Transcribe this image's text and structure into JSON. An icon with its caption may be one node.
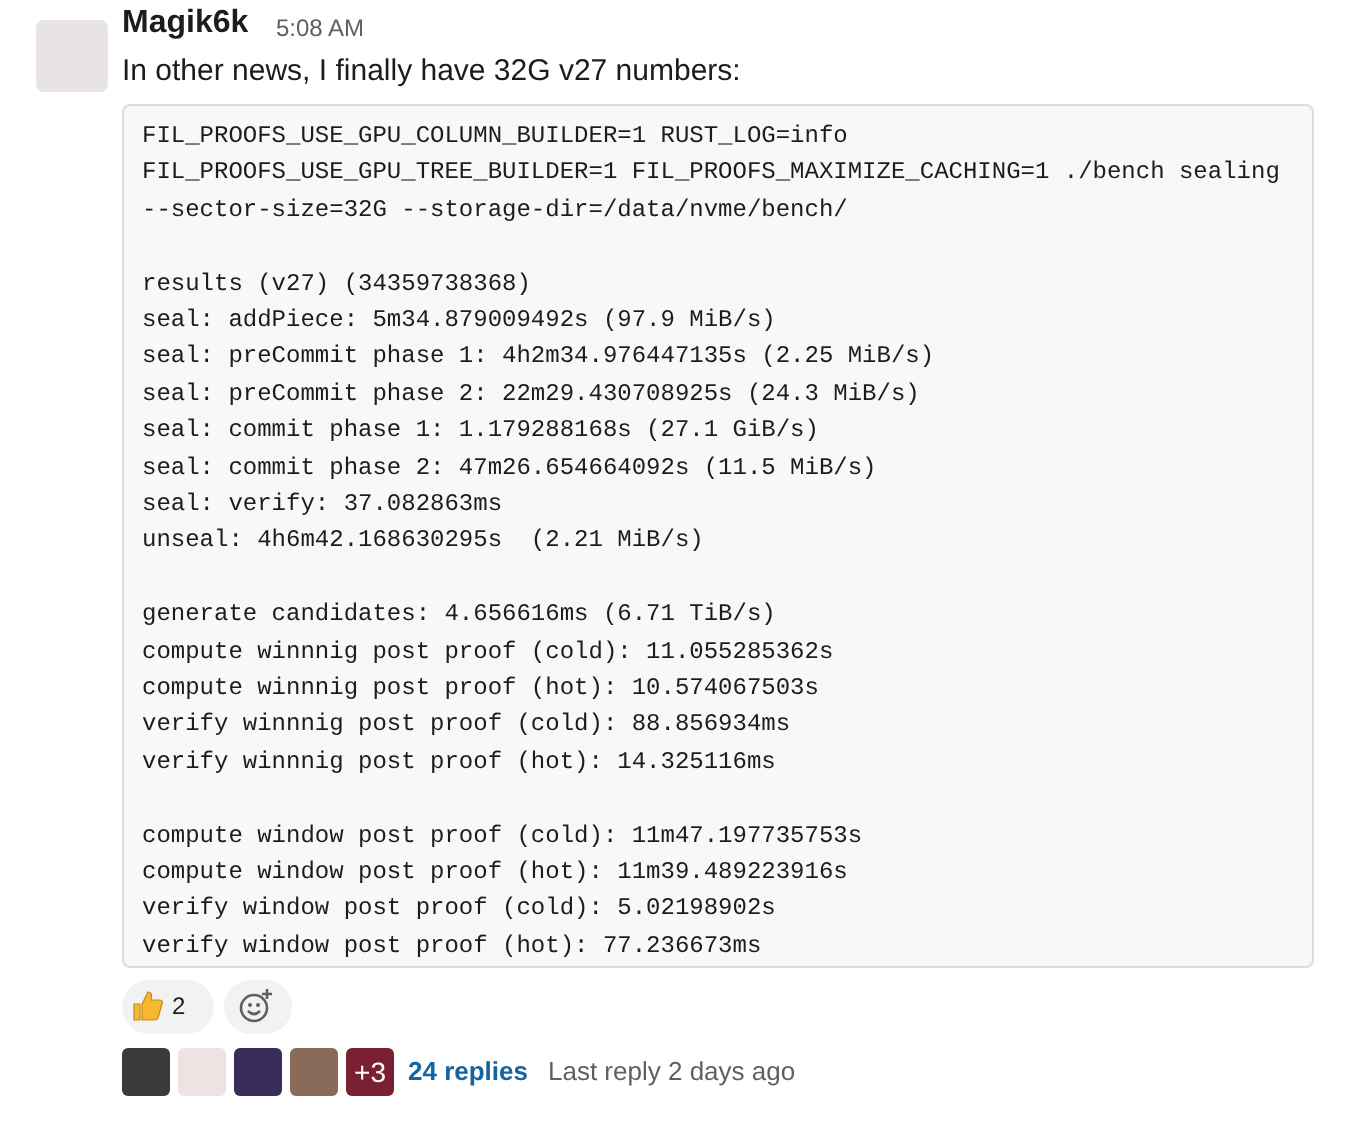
{
  "diagram": {
    "labels": [
      "Magik6k",
      "5:08 AM",
      "In other news, I finally have 32G v27 numbers:",
      "FIL_PROOFS_USE_GPU_COLUMN_BUILDER=1 RUST_LOG=info",
      "FIL_PROOFS_USE_GPU_TREE_BUILDER=1 FIL_PROOFS_MAXIMIZE_CACHING=1 ./bench sealing",
      "--sector-size=32G --storage-dir=/data/nvme/bench/",
      "results (v27) (34359738368)",
      "seal: addPiece: 5m34.879009492s (97.9 MiB/s)",
      "seal: preCommit phase 1: 4h2m34.976447135s (2.25 MiB/s)",
      "seal: preCommit phase 2: 22m29.430708925s (24.3 MiB/s)",
      "seal: commit phase 1: 1.179288168s (27.1 GiB/s)",
      "seal: commit phase 2: 47m26.654664092s (11.5 MiB/s)",
      "seal: verify: 37.082863ms",
      "unseal: 4h6m42.168630295s  (2.21 MiB/s)",
      "generate candidates: 4.656616ms (6.71 TiB/s)",
      "compute winnnig post proof (cold): 11.055285362s",
      "compute winnnig post proof (hot): 10.574067503s",
      "verify winnnig post proof (cold): 88.856934ms",
      "verify winnnig post proof (hot): 14.325116ms",
      "compute window post proof (cold): 11m47.197735753s",
      "compute window post proof (hot): 11m39.489223916s",
      "verify window post proof (cold): 5.02198902s",
      "verify window post proof (hot): 77.236673ms",
      "2",
      "+3",
      "24 replies",
      "Last reply 2 days ago"
    ]
  }
}
